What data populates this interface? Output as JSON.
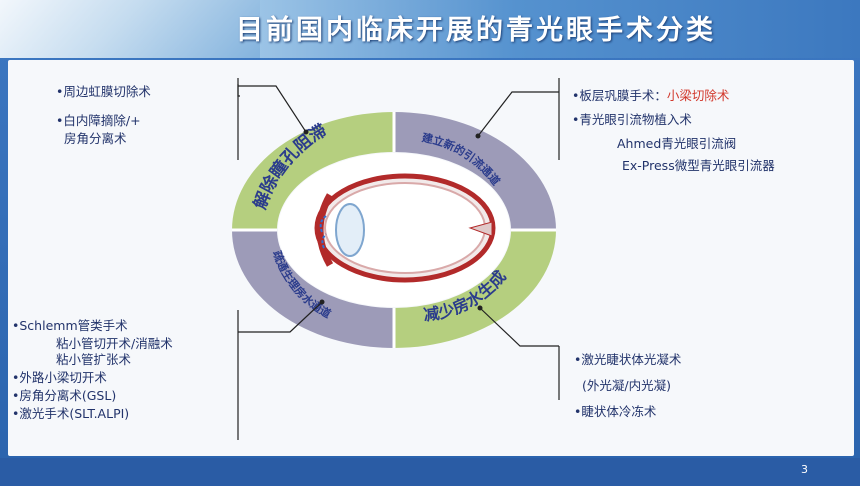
{
  "slide": {
    "title": "目前国内临床开展的青光眼手术分类",
    "page_number": "3"
  },
  "colors": {
    "green": "#b5cf7f",
    "purple": "#9d9bb8",
    "text": "#22336b",
    "accent_red": "#d2382c",
    "header_blue": "#3d78c2"
  },
  "diagram": {
    "segments": [
      {
        "label": "解除瞳孔阻滞",
        "color": "green"
      },
      {
        "label": "建立新的引流通道",
        "color": "purple"
      },
      {
        "label": "减少房水生成",
        "color": "green"
      },
      {
        "label": "疏通生理房水通道",
        "color": "purple"
      }
    ]
  },
  "lists": {
    "top_left": [
      "•周边虹膜切除术",
      "•白内障摘除/+",
      "房角分离术"
    ],
    "top_right": {
      "item1_prefix": "•板层巩膜手术：",
      "item1_highlight": "小梁切除术",
      "item2": "•青光眼引流物植入术",
      "sub1": "Ahmed青光眼引流阀",
      "sub2": "Ex-Press微型青光眼引流器"
    },
    "bottom_left": [
      "•Schlemm管类手术",
      "粘小管切开术/消融术",
      "粘小管扩张术",
      "•外路小梁切开术",
      "•房角分离术(GSL)",
      "•激光手术(SLT.ALPI)"
    ],
    "bottom_right": [
      "•激光睫状体光凝术",
      "(外光凝/内光凝)",
      "•睫状体冷冻术"
    ]
  }
}
